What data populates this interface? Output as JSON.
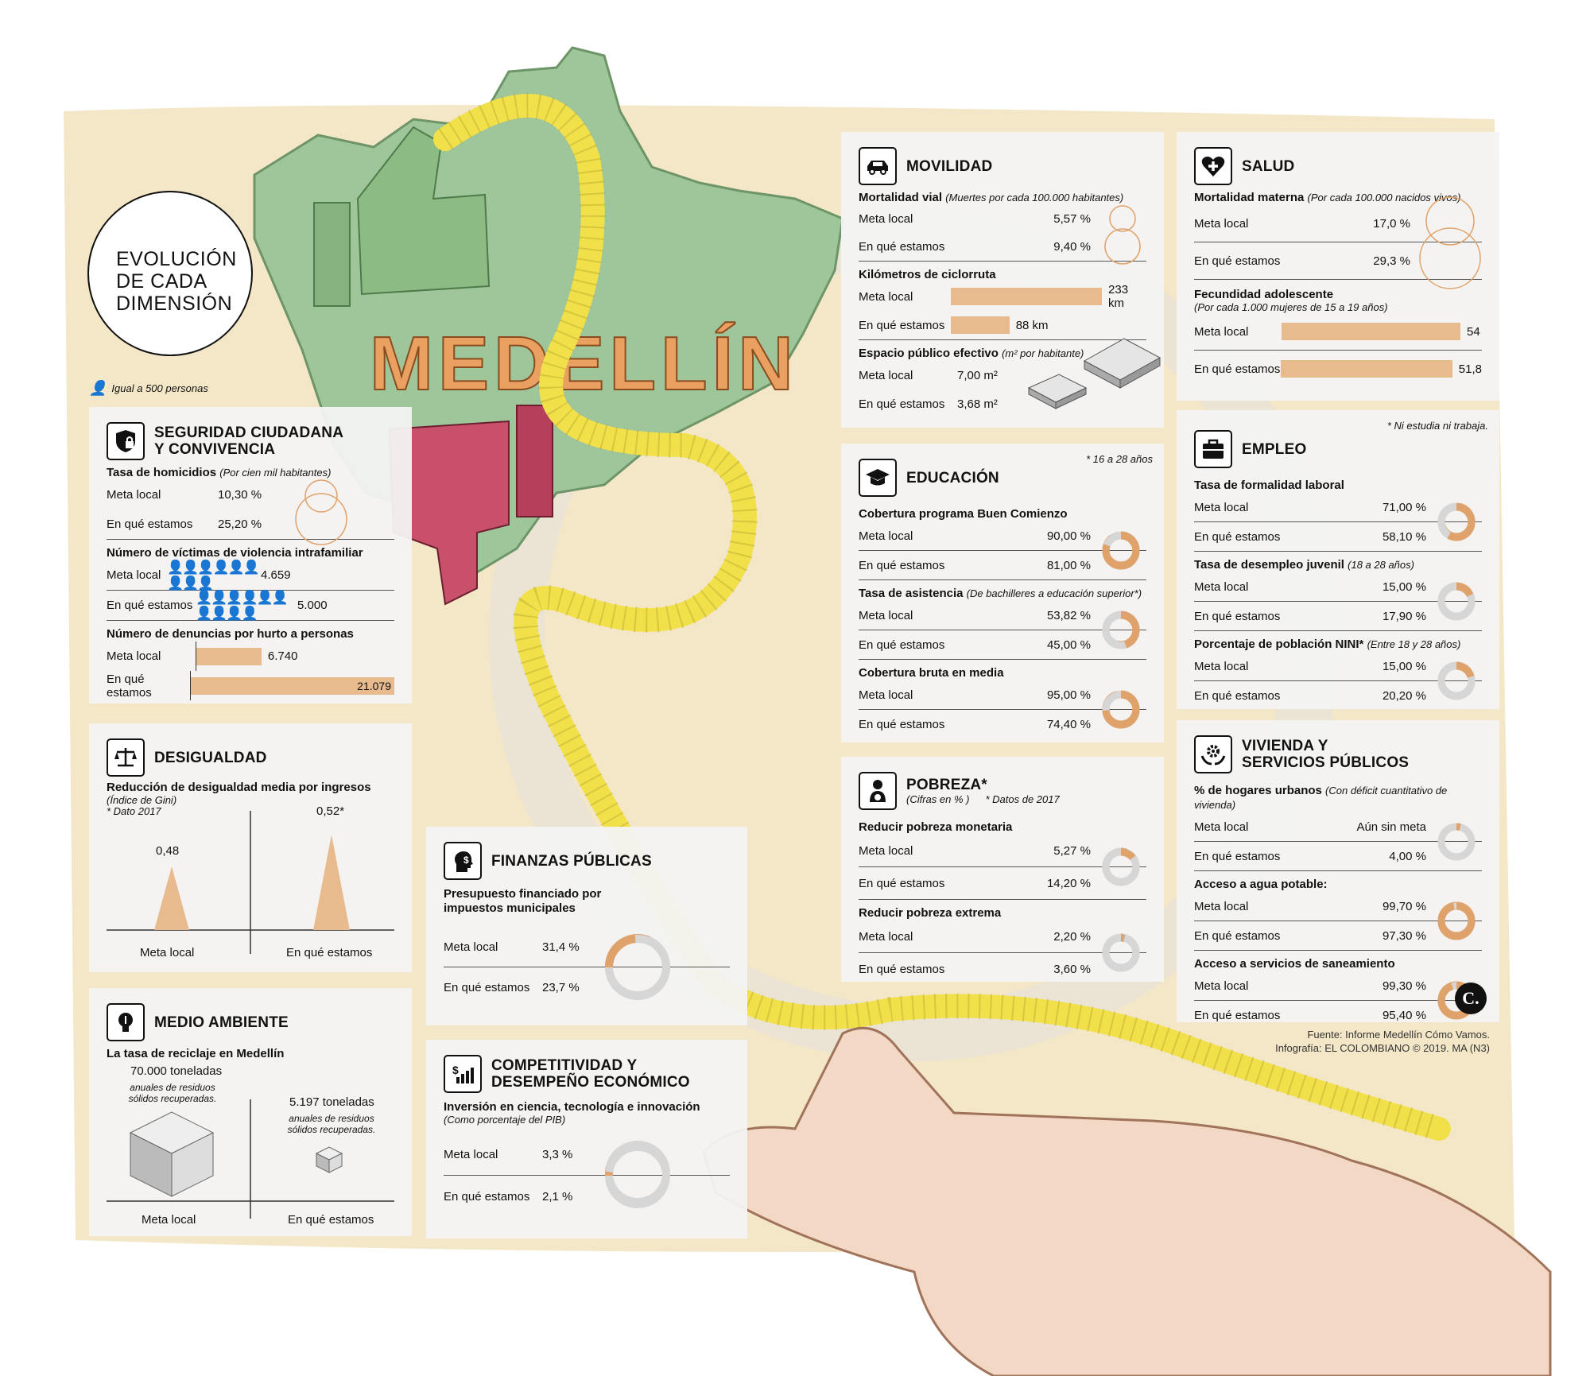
{
  "title": {
    "line1": "EVOLUCIÓN",
    "line2": "DE CADA",
    "line3": "DIMENSIÓN"
  },
  "legend_person": "Igual a 500 personas",
  "map_label": "MEDELLÍN",
  "colors": {
    "accent": "#e8bb8e",
    "ring_orange": "#dfa26a",
    "ring_gray": "#d6d6d6",
    "map_green": "#9fc59a",
    "thumb_red": "#c8506a",
    "tape_yellow": "#f1e04a",
    "paper": "#f4e7c8"
  },
  "seguridad": {
    "title1": "SEGURIDAD CIUDADANA",
    "title2": "Y CONVIVENCIA",
    "icon": "shield-lock-icon",
    "homicidios": {
      "label": "Tasa de homicidios",
      "note": "(Por cien mil habitantes)",
      "meta_label": "Meta local",
      "meta": "10,30 %",
      "estamos_label": "En qué estamos",
      "estamos": "25,20 %"
    },
    "violencia": {
      "label": "Número de víctimas de violencia intrafamiliar",
      "meta_label": "Meta local",
      "meta": "4.659",
      "estamos_label": "En qué estamos",
      "estamos": "5.000"
    },
    "hurto": {
      "label": "Número de denuncias por hurto a personas",
      "meta_label": "Meta local",
      "meta": "6.740",
      "estamos_label": "En qué estamos",
      "estamos": "21.079",
      "meta_frac": 0.32,
      "estamos_frac": 1.0
    }
  },
  "desigualdad": {
    "title": "DESIGUALDAD",
    "icon": "scale-icon",
    "label": "Reducción de desigualdad media por ingresos",
    "index": "(Índice de Gini)",
    "note": "* Dato 2017",
    "meta_value": "0,48",
    "estamos_value": "0,52*",
    "meta_label": "Meta local",
    "estamos_label": "En qué estamos"
  },
  "medio": {
    "title": "MEDIO AMBIENTE",
    "icon": "lightbulb-icon",
    "label": "La tasa de reciclaje en Medellín",
    "meta_value": "70.000 toneladas",
    "meta_sub": "anuales de residuos sólidos recuperadas.",
    "estamos_value": "5.197 toneladas",
    "estamos_sub": "anuales de residuos sólidos recuperadas.",
    "meta_label": "Meta local",
    "estamos_label": "En qué estamos"
  },
  "finanzas": {
    "title": "FINANZAS PÚBLICAS",
    "icon": "dollar-head-icon",
    "label": "Presupuesto financiado por impuestos municipales",
    "meta_label": "Meta local",
    "meta": "31,4 %",
    "estamos_label": "En qué estamos",
    "estamos": "23,7 %",
    "meta_frac": 0.314,
    "estamos_frac": 0.237
  },
  "competitividad": {
    "title1": "COMPETITIVIDAD Y",
    "title2": "DESEMPEÑO ECONÓMICO",
    "icon": "chart-dollar-icon",
    "label": "Inversión en ciencia, tecnología e innovación",
    "note": "(Como porcentaje del PIB)",
    "meta_label": "Meta local",
    "meta": "3,3 %",
    "estamos_label": "En qué estamos",
    "estamos": "2,1 %",
    "meta_frac": 0.033,
    "estamos_frac": 0.021
  },
  "movilidad": {
    "title": "MOVILIDAD",
    "icon": "car-icon",
    "mortalidad": {
      "label": "Mortalidad vial",
      "note": "(Muertes por cada 100.000 habitantes)",
      "meta_label": "Meta local",
      "meta": "5,57 %",
      "estamos_label": "En qué estamos",
      "estamos": "9,40 %"
    },
    "ciclo": {
      "label": "Kilómetros de ciclorruta",
      "meta_label": "Meta local",
      "meta": "233 km",
      "estamos_label": "En qué estamos",
      "estamos": "88 km",
      "meta_frac": 1.0,
      "estamos_frac": 0.378
    },
    "espacio": {
      "label": "Espacio público efectivo",
      "note": "(m² por habitante)",
      "meta_label": "Meta local",
      "meta": "7,00 m²",
      "estamos_label": "En qué estamos",
      "estamos": "3,68 m²"
    }
  },
  "educacion": {
    "title": "EDUCACIÓN",
    "icon": "graduation-cap-icon",
    "note": "* 16 a 28 años",
    "items": [
      {
        "label": "Cobertura programa Buen Comienzo",
        "note": "",
        "meta_label": "Meta local",
        "meta": "90,00 %",
        "estamos_label": "En qué estamos",
        "estamos": "81,00 %",
        "meta_frac": 0.9,
        "estamos_frac": 0.81
      },
      {
        "label": "Tasa de asistencia",
        "note": "(De bachilleres a educación superior*)",
        "meta_label": "Meta local",
        "meta": "53,82 %",
        "estamos_label": "En qué estamos",
        "estamos": "45,00 %",
        "meta_frac": 0.5382,
        "estamos_frac": 0.45
      },
      {
        "label": "Cobertura bruta en media",
        "note": "",
        "meta_label": "Meta local",
        "meta": "95,00 %",
        "estamos_label": "En qué estamos",
        "estamos": "74,40 %",
        "meta_frac": 0.95,
        "estamos_frac": 0.744
      }
    ]
  },
  "pobreza": {
    "title": "POBREZA*",
    "icon": "person-sad-icon",
    "cifras": "(Cifras en % )",
    "note": "* Datos de 2017",
    "items": [
      {
        "label": "Reducir pobreza monetaria",
        "meta_label": "Meta local",
        "meta": "5,27 %",
        "estamos_label": "En qué estamos",
        "estamos": "14,20 %",
        "meta_frac": 0.0527,
        "estamos_frac": 0.142
      },
      {
        "label": "Reducir pobreza extrema",
        "meta_label": "Meta local",
        "meta": "2,20 %",
        "estamos_label": "En qué estamos",
        "estamos": "3,60 %",
        "meta_frac": 0.022,
        "estamos_frac": 0.036
      }
    ]
  },
  "salud": {
    "title": "SALUD",
    "icon": "heart-cross-icon",
    "materna": {
      "label": "Mortalidad materna",
      "note": "(Por cada 100.000 nacidos vivos)",
      "meta_label": "Meta local",
      "meta": "17,0 %",
      "estamos_label": "En qué estamos",
      "estamos": "29,3 %"
    },
    "fecundidad": {
      "label": "Fecundidad adolescente",
      "note": "(Por cada 1.000 mujeres de 15 a 19 años)",
      "meta_label": "Meta local",
      "meta": "54",
      "estamos_label": "En qué estamos",
      "estamos": "51,8",
      "meta_frac": 1.0,
      "estamos_frac": 0.959
    }
  },
  "empleo": {
    "title": "EMPLEO",
    "icon": "briefcase-icon",
    "note": "* Ni estudia ni trabaja.",
    "items": [
      {
        "label": "Tasa de formalidad laboral",
        "note": "",
        "meta_label": "Meta local",
        "meta": "71,00 %",
        "estamos_label": "En qué estamos",
        "estamos": "58,10 %",
        "meta_frac": 0.71,
        "estamos_frac": 0.581
      },
      {
        "label": "Tasa de desempleo juvenil",
        "note": "(18 a 28 años)",
        "meta_label": "Meta local",
        "meta": "15,00 %",
        "estamos_label": "En qué estamos",
        "estamos": "17,90 %",
        "meta_frac": 0.15,
        "estamos_frac": 0.179
      },
      {
        "label": "Porcentaje de población NINI*",
        "note": "(Entre 18 y 28 años)",
        "meta_label": "Meta local",
        "meta": "15,00 %",
        "estamos_label": "En qué estamos",
        "estamos": "20,20 %",
        "meta_frac": 0.15,
        "estamos_frac": 0.202
      }
    ]
  },
  "vivienda": {
    "title1": "VIVIENDA Y",
    "title2": "SERVICIOS PÚBLICOS",
    "icon": "hands-gear-icon",
    "items": [
      {
        "label": "% de hogares urbanos",
        "note": "(Con déficit cuantitativo de vivienda)",
        "meta_label": "Meta local",
        "meta": "Aún sin meta",
        "estamos_label": "En qué estamos",
        "estamos": "4,00 %",
        "meta_frac": 0,
        "estamos_frac": 0.04
      },
      {
        "label": "Acceso a agua potable:",
        "note": "",
        "meta_label": "Meta local",
        "meta": "99,70 %",
        "estamos_label": "En qué estamos",
        "estamos": "97,30 %",
        "meta_frac": 0.997,
        "estamos_frac": 0.973
      },
      {
        "label": "Acceso a servicios de saneamiento",
        "note": "",
        "meta_label": "Meta local",
        "meta": "99,30 %",
        "estamos_label": "En qué estamos",
        "estamos": "95,40 %",
        "meta_frac": 0.993,
        "estamos_frac": 0.954
      }
    ]
  },
  "fuente": "Fuente: Informe Medellín Cómo Vamos.",
  "credito": "Infografía: EL COLOMBIANO © 2019. MA (N3)",
  "logo": "C."
}
